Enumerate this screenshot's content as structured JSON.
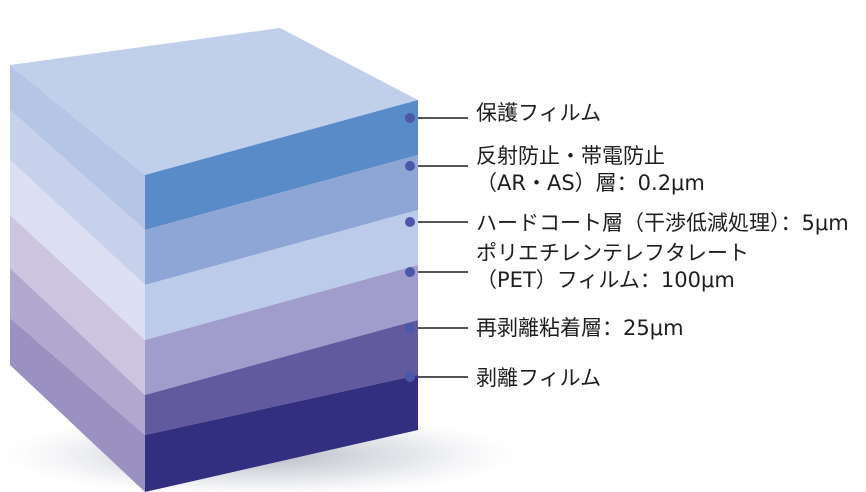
{
  "layers": [
    {
      "id": "protective-film",
      "lines": [
        "保護フィルム"
      ],
      "front_color": "#5a8bc9",
      "side_color": "#b4c5e6"
    },
    {
      "id": "ar-as-layer",
      "lines": [
        "反射防止・帯電防止",
        "（AR・AS）層：0.2μm"
      ],
      "front_color": "#8ea6d6",
      "side_color": "#c8d1ec"
    },
    {
      "id": "hard-coat-layer",
      "lines": [
        "ハードコート層（干渉低減処理）：5μm"
      ],
      "front_color": "#bccbe9",
      "side_color": "#dbdff1"
    },
    {
      "id": "pet-film",
      "lines": [
        "ポリエチレンテレフタレート",
        "（PET）フィルム：100μm"
      ],
      "front_color": "#a09ccc",
      "side_color": "#cdc4e0"
    },
    {
      "id": "removable-adhesive-layer",
      "lines": [
        "再剥離粘着層：25μm"
      ],
      "front_color": "#625a9e",
      "side_color": "#b1a8cf"
    },
    {
      "id": "release-film",
      "lines": [
        "剥離フィルム"
      ],
      "front_color": "#332f80",
      "side_color": "#9a91c1"
    }
  ],
  "top_color": "#c0d0eb",
  "leader_line_color": "#555555",
  "marker_color": "#4b57a8"
}
